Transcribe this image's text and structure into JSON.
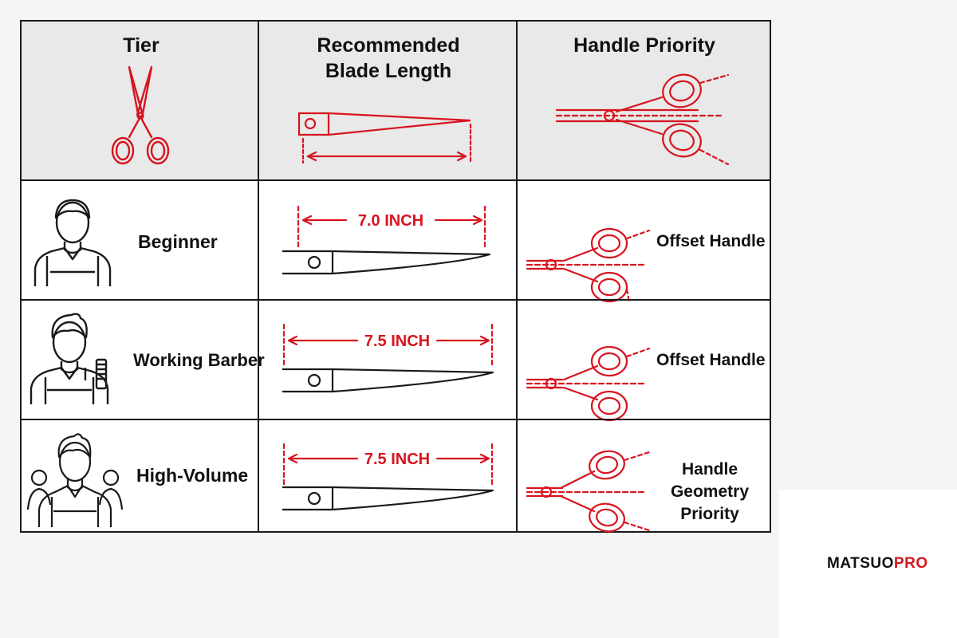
{
  "colors": {
    "accent": "#d7141f",
    "line": "#1a1a1a",
    "header_bg": "#e9e9e9"
  },
  "header": {
    "tier": "Tier",
    "blade_length_line1": "Recommended",
    "blade_length_line2": "Blade Length",
    "handle_priority": "Handle Priority"
  },
  "rows": [
    {
      "tier": "Beginner",
      "blade_length": "7.0 INCH",
      "handle": "Offset Handle",
      "icon": "barber-icon"
    },
    {
      "tier": "Working Barber",
      "blade_length": "7.5 INCH",
      "handle": "Offset Handle",
      "icon": "barber-with-comb-icon"
    },
    {
      "tier": "High-Volume",
      "blade_length": "7.5 INCH",
      "handle_line1": "Handle Geometry",
      "handle_line2": "Priority",
      "icon": "barber-team-icon"
    }
  ],
  "brand": {
    "part1": "MATSUO",
    "part2": "PRO"
  }
}
